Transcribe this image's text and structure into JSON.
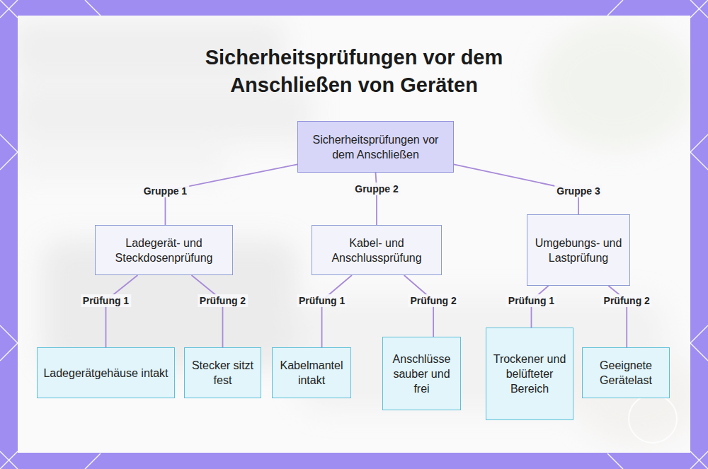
{
  "diagram": {
    "title": "Sicherheitsprüfungen vor dem Anschließen von Geräten",
    "nodes": [
      {
        "text": [
          "Sicherheitsprüfungen vor dem Anschließen"
        ]
      },
      {
        "text": [
          "Ladegerät- und Steckdosenprüfung"
        ]
      },
      {
        "text": [
          "Kabel- und Anschlussprüfung"
        ]
      },
      {
        "text": [
          "Umgebungs- und Lastprüfung"
        ]
      },
      {
        "text": [
          "Ladegerätgehäuse intakt"
        ]
      },
      {
        "text": [
          "Stecker sitzt fest"
        ]
      },
      {
        "text": [
          "Kabelmantel intakt"
        ]
      },
      {
        "text": [
          "Anschlüsse sauber und frei"
        ]
      },
      {
        "text": [
          "Trockener und belüfteter Bereich"
        ]
      },
      {
        "text": [
          "Geeignete Gerätelast"
        ]
      }
    ],
    "edges": [
      {
        "from": 0,
        "to": 1,
        "arrow": "none",
        "label": "Gruppe 1"
      },
      {
        "from": 0,
        "to": 2,
        "arrow": "none",
        "label": "Gruppe 2"
      },
      {
        "from": 0,
        "to": 3,
        "arrow": "none",
        "label": "Gruppe 3"
      },
      {
        "from": 1,
        "to": 4,
        "arrow": "none",
        "label": "Prüfung 1"
      },
      {
        "from": 1,
        "to": 5,
        "arrow": "none",
        "label": "Prüfung 2"
      },
      {
        "from": 2,
        "to": 6,
        "arrow": "none",
        "label": "Prüfung 1"
      },
      {
        "from": 2,
        "to": 7,
        "arrow": "none",
        "label": "Prüfung 2"
      },
      {
        "from": 3,
        "to": 8,
        "arrow": "none",
        "label": "Prüfung 1"
      },
      {
        "from": 3,
        "to": 9,
        "arrow": "none",
        "label": "Prüfung 2"
      }
    ]
  }
}
